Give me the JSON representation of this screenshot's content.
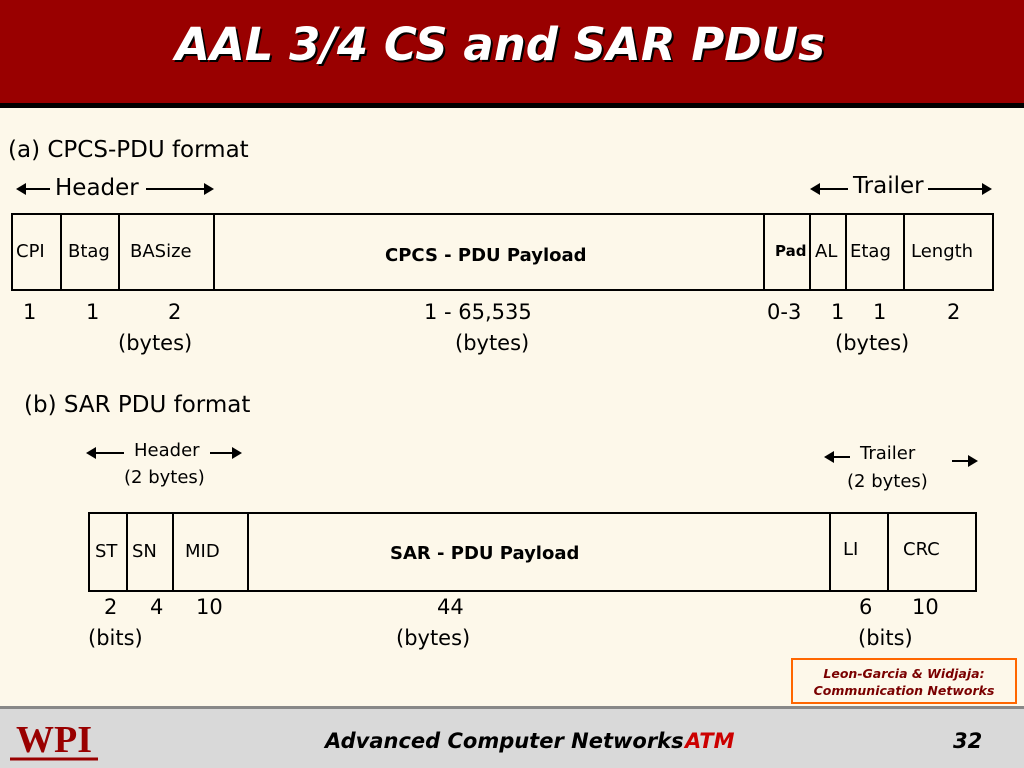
{
  "title": "AAL 3/4 CS and SAR PDUs",
  "cpcs": {
    "caption": "(a) CPCS-PDU format",
    "header_label": "Header",
    "trailer_label": "Trailer",
    "fields": {
      "cpi": "CPI",
      "btag": "Btag",
      "basize": "BASize",
      "payload": "CPCS - PDU Payload",
      "pad": "Pad",
      "al": "AL",
      "etag": "Etag",
      "length": "Length"
    },
    "sizes": {
      "cpi": "1",
      "btag": "1",
      "basize": "2",
      "payload": "1 - 65,535",
      "pad": "0-3",
      "al": "1",
      "etag": "1",
      "length": "2"
    },
    "units": {
      "header": "(bytes)",
      "payload": "(bytes)",
      "trailer": "(bytes)"
    }
  },
  "sar": {
    "caption": "(b)  SAR PDU format",
    "header_label": "Header",
    "header_size": "(2 bytes)",
    "trailer_label": "Trailer",
    "trailer_size": "(2 bytes)",
    "fields": {
      "st": "ST",
      "sn": "SN",
      "mid": "MID",
      "payload": "SAR - PDU Payload",
      "li": "LI",
      "crc": "CRC"
    },
    "sizes": {
      "st": "2",
      "sn": "4",
      "mid": "10",
      "payload": "44",
      "li": "6",
      "crc": "10"
    },
    "units": {
      "header": "(bits)",
      "payload": "(bytes)",
      "trailer": "(bits)"
    }
  },
  "credit": {
    "line1": "Leon-Garcia & Widjaja:",
    "line2": "Communication Networks"
  },
  "footer": {
    "logo": "WPI",
    "course": "Advanced Computer Networks",
    "topic": "ATM",
    "page": "32"
  },
  "colors": {
    "title_bar": "#990000",
    "background": "#fdf8ea",
    "topic": "#cc0000",
    "credit_border": "#ff6600"
  }
}
